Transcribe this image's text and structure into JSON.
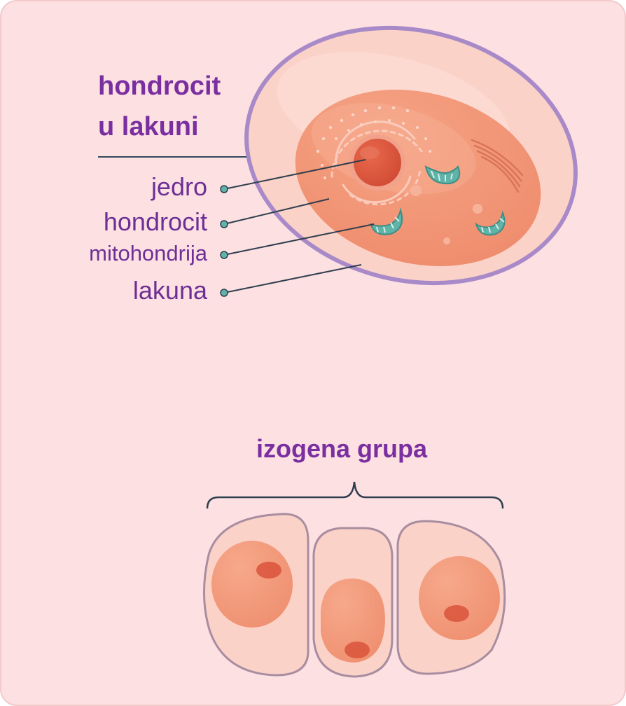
{
  "top": {
    "title_line1": "hondrocit",
    "title_line2": "u lakuni",
    "labels": [
      "jedro",
      "hondrocit",
      "mitohondrija",
      "lakuna"
    ]
  },
  "bottom": {
    "title": "izogena grupa"
  },
  "colors": {
    "background": "#fde0e2",
    "title": "#7a2fa0",
    "label": "#6d2f96",
    "leader_line": "#34495e",
    "lacuna_border": "#a98ac8",
    "cytoplasm": "#f08a6a",
    "nucleus": "#d9533b",
    "mitochondria": "#5fb3a8"
  }
}
